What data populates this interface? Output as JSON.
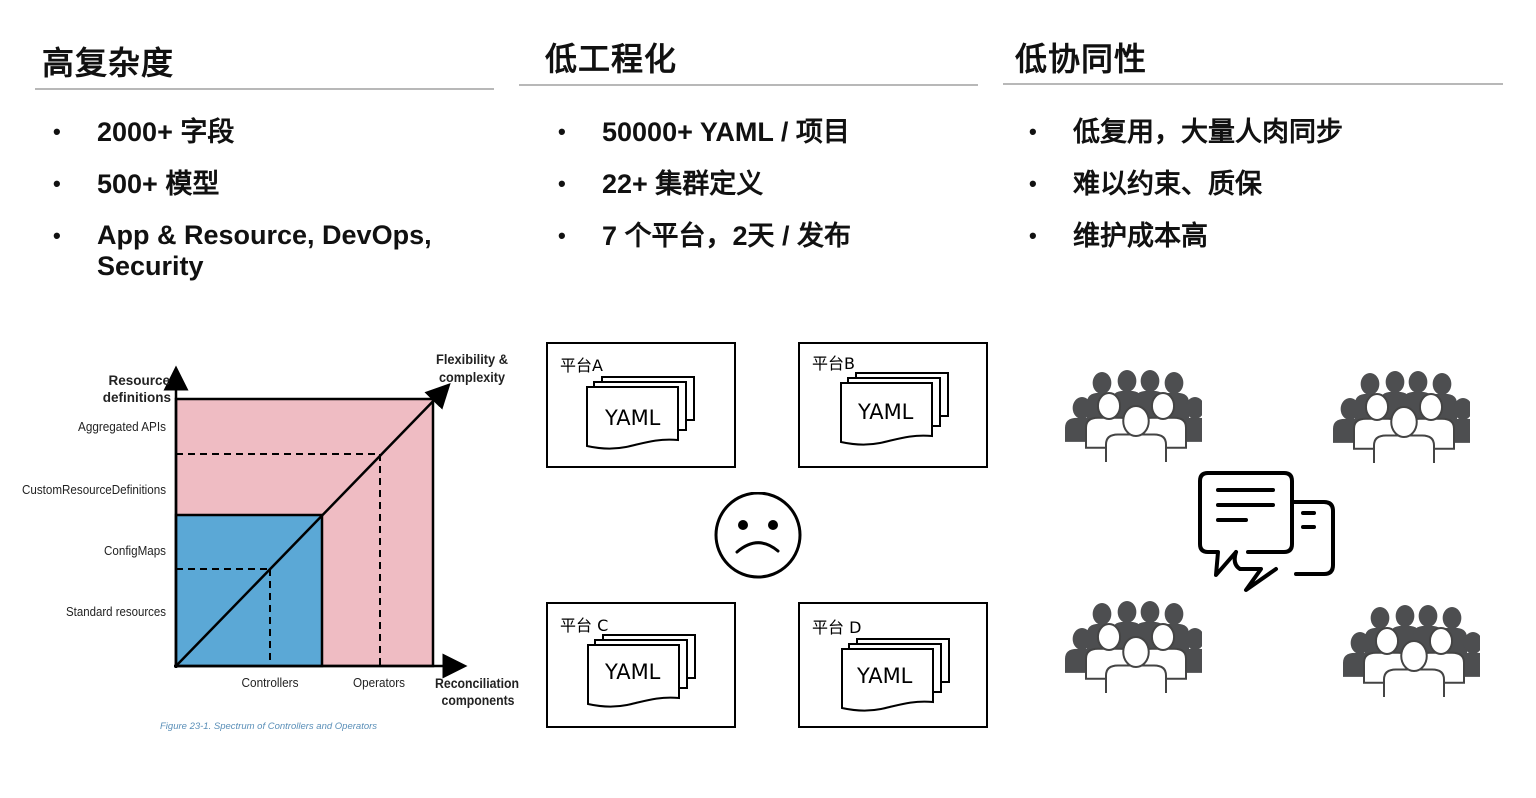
{
  "columns": [
    {
      "title": "高复杂度",
      "bullets": [
        "2000+ 字段",
        "500+ 模型",
        "App & Resource, DevOps, Security"
      ]
    },
    {
      "title": "低工程化",
      "bullets": [
        "50000+ YAML / 项目",
        "22+ 集群定义",
        "7 个平台，2天 / 发布"
      ]
    },
    {
      "title": "低协同性",
      "bullets": [
        "低复用，大量人肉同步",
        "难以约束、质保",
        "维护成本高"
      ]
    }
  ],
  "bullet_symbol": "•",
  "figure": {
    "y_axis_label_line1": "Resource",
    "y_axis_label_line2": "definitions",
    "x_axis_label_line1": "Reconciliation",
    "x_axis_label_line2": "components",
    "diagonal_label_line1": "Flexibility &",
    "diagonal_label_line2": "complexity",
    "y_ticks": [
      "Aggregated APIs",
      "CustomResourceDefinitions",
      "ConfigMaps",
      "Standard resources"
    ],
    "x_ticks": [
      "Controllers",
      "Operators"
    ],
    "caption_prefix": "Figure 23-1.",
    "caption_text": " Spectrum of Controllers and Operators",
    "colors": {
      "controllers_region": "#5ba8d6",
      "operators_region": "#efbcc3"
    }
  },
  "platforms": [
    {
      "label": "平台A",
      "file_label": "YAML"
    },
    {
      "label": "平台B",
      "file_label": "YAML"
    },
    {
      "label": "平台 C",
      "file_label": "YAML"
    },
    {
      "label": "平台 D",
      "file_label": "YAML"
    }
  ],
  "icons": {
    "sad_face": "sad-face-icon",
    "people_group": "people-group-icon",
    "chat": "chat-bubbles-icon"
  },
  "colors": {
    "rule": "#b8b8b8",
    "people_dark": "#4d4e50"
  }
}
